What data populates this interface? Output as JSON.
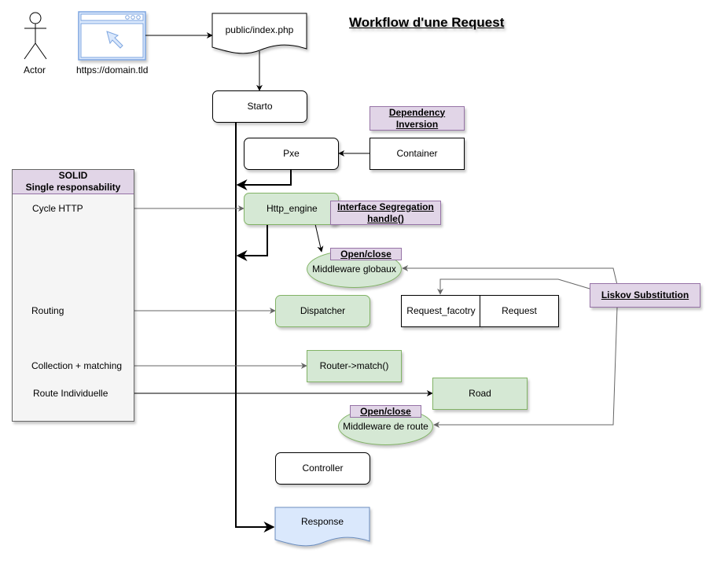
{
  "title": "Workflow d'une Request",
  "actor": {
    "label": "Actor",
    "icon": "stick-figure-icon"
  },
  "browser": {
    "label": "https://domain.tld",
    "icon": "browser-window-icon"
  },
  "nodes": {
    "index": "public/index.php",
    "starto": "Starto",
    "pxe": "Pxe",
    "container": "Container",
    "http_engine": "Http_engine",
    "middleware_globaux": "Middleware globaux",
    "dispatcher": "Dispatcher",
    "request_factory": "Request_facotry",
    "request": "Request",
    "router_match": "Router->match()",
    "road": "Road",
    "middleware_route": "Middleware de route",
    "controller": "Controller",
    "response": "Response"
  },
  "principles": {
    "dependency_inversion": [
      "Dependency",
      "Inversion"
    ],
    "interface_segregation": [
      "Interface Segregation",
      "handle()"
    ],
    "open_close_global": "Open/close",
    "open_close_route": "Open/close",
    "liskov": "Liskov Substitution"
  },
  "solid_panel": {
    "header": [
      "SOLID",
      "Single responsability"
    ],
    "items": [
      "Cycle HTTP",
      "Routing",
      "Collection + matching",
      "Route Individuelle"
    ]
  },
  "colors": {
    "green_fill": "#d5e8d4",
    "green_stroke": "#82b366",
    "purple_fill": "#e1d5e7",
    "purple_stroke": "#9673a6",
    "blue_fill": "#dae8fc",
    "blue_stroke": "#6c8ebf"
  }
}
